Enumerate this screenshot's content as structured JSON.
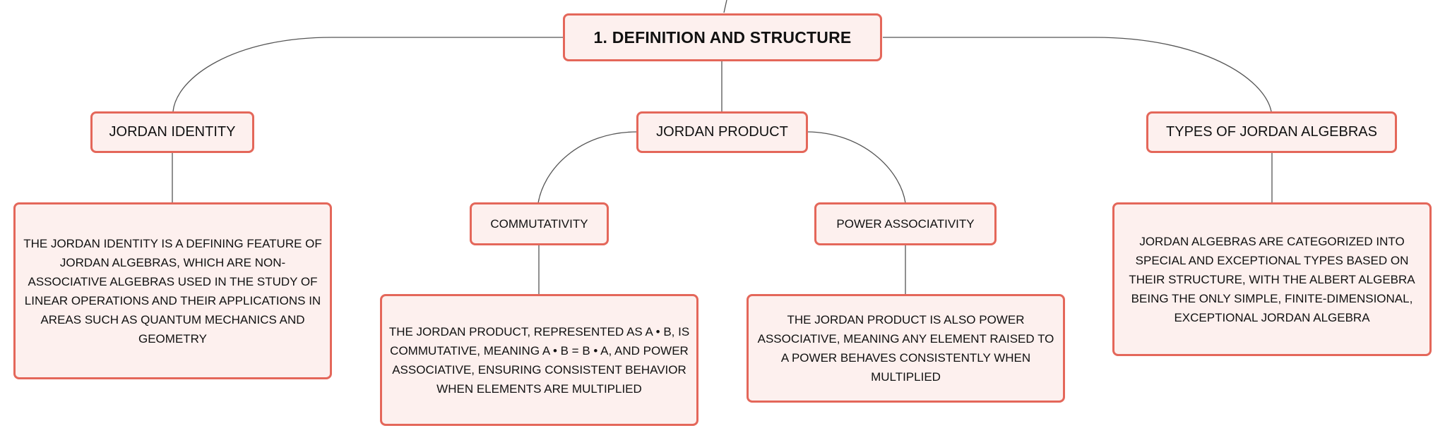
{
  "colors": {
    "node_border": "#e4675a",
    "node_fill": "#fdf0ee",
    "connector": "#555555"
  },
  "root": {
    "title": "1. DEFINITION AND STRUCTURE"
  },
  "branches": {
    "jordan_identity": {
      "label": "JORDAN IDENTITY",
      "description": "THE JORDAN IDENTITY IS A DEFINING FEATURE OF JORDAN ALGEBRAS, WHICH ARE NON-ASSOCIATIVE ALGEBRAS USED IN THE STUDY OF LINEAR OPERATIONS AND THEIR APPLICATIONS IN AREAS SUCH AS QUANTUM MECHANICS AND GEOMETRY"
    },
    "jordan_product": {
      "label": "JORDAN PRODUCT",
      "commutativity": {
        "label": "COMMUTATIVITY",
        "description": "THE JORDAN PRODUCT, REPRESENTED AS A • B, IS COMMUTATIVE, MEANING A • B = B • A, AND POWER ASSOCIATIVE, ENSURING CONSISTENT BEHAVIOR WHEN ELEMENTS ARE MULTIPLIED"
      },
      "power_associativity": {
        "label": "POWER ASSOCIATIVITY",
        "description": "THE JORDAN PRODUCT IS ALSO POWER ASSOCIATIVE, MEANING ANY ELEMENT RAISED TO A POWER BEHAVES CONSISTENTLY WHEN MULTIPLIED"
      }
    },
    "types": {
      "label": "TYPES OF JORDAN ALGEBRAS",
      "description": "JORDAN ALGEBRAS ARE CATEGORIZED INTO SPECIAL AND EXCEPTIONAL TYPES BASED ON THEIR STRUCTURE, WITH THE ALBERT ALGEBRA BEING THE ONLY SIMPLE, FINITE-DIMENSIONAL, EXCEPTIONAL JORDAN ALGEBRA"
    }
  }
}
